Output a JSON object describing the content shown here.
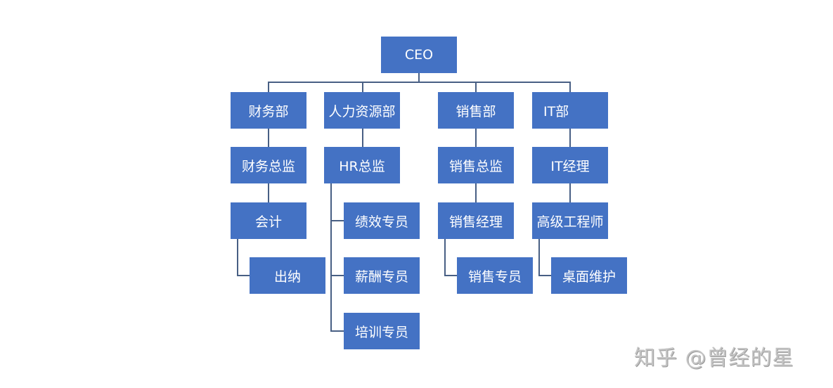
{
  "colors": {
    "node_fill": "#4472C4",
    "node_text": "#FFFFFF",
    "connector": "#485F84",
    "watermark": "#C4C4C4"
  },
  "org": {
    "ceo": "CEO",
    "departments": [
      {
        "name": "财务部",
        "head": "财务总监",
        "staff": [
          "会计"
        ],
        "sub_staff": [
          "出纳"
        ]
      },
      {
        "name": "人力资源部",
        "head": "HR总监",
        "staff": [
          "绩效专员",
          "薪酬专员",
          "培训专员"
        ]
      },
      {
        "name": "销售部",
        "head": "销售总监",
        "staff": [
          "销售经理"
        ],
        "sub_staff": [
          "销售专员"
        ]
      },
      {
        "name": "IT部",
        "head": "IT经理",
        "staff": [
          "高级工程师"
        ],
        "sub_staff": [
          "桌面维护"
        ]
      }
    ]
  },
  "watermark": "知乎 @曾经的星"
}
